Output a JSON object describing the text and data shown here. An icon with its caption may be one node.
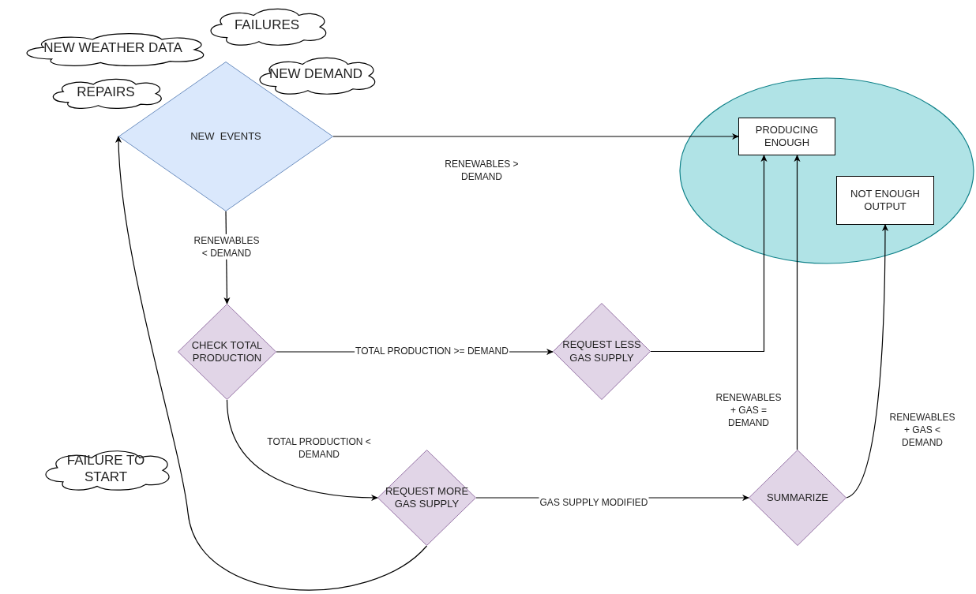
{
  "diagram": {
    "nodes": [
      {
        "text": [
          "NEW WEATHER DATA"
        ]
      },
      {
        "text": [
          "FAILURES"
        ]
      },
      {
        "text": [
          "REPAIRS"
        ]
      },
      {
        "text": [
          "NEW DEMAND"
        ]
      },
      {
        "text": [
          "NEW  EVENTS"
        ]
      },
      {
        "text": [],
        "shape": "ellipse"
      },
      {
        "text": [
          "PRODUCING ENOUGH"
        ],
        "in": 5
      },
      {
        "text": [
          "NOT ENOUGH OUTPUT"
        ],
        "in": 5
      },
      {
        "text": [
          "CHECK TOTAL PRODUCTION"
        ]
      },
      {
        "text": [
          "REQUEST LESS GAS SUPPLY"
        ]
      },
      {
        "text": [
          "FAILURE TO START"
        ]
      },
      {
        "text": [
          "REQUEST MORE GAS SUPPLY"
        ]
      },
      {
        "text": [
          "SUMMARIZE"
        ]
      }
    ],
    "edges": [
      {
        "from": 4,
        "to": 6,
        "arrow": "to",
        "label": "RENEWABLES > DEMAND"
      },
      {
        "from": 4,
        "to": 8,
        "arrow": "to",
        "label": "RENEWABLES < DEMAND"
      },
      {
        "from": 8,
        "to": 9,
        "arrow": "to",
        "label": "TOTAL PRODUCTION >= DEMAND"
      },
      {
        "from": 8,
        "to": 11,
        "arrow": "to",
        "label": "TOTAL PRODUCTION < DEMAND"
      },
      {
        "from": 9,
        "to": 6,
        "arrow": "to"
      },
      {
        "from": 11,
        "to": 12,
        "arrow": "to",
        "label": "GAS SUPPLY MODIFIED"
      },
      {
        "from": 12,
        "to": 6,
        "arrow": "to",
        "label": "RENEWABLES + GAS = DEMAND"
      },
      {
        "from": 12,
        "to": 7,
        "arrow": "to",
        "label": "RENEWABLES + GAS < DEMAND"
      },
      {
        "from": 11,
        "to": 4,
        "arrow": "to"
      }
    ]
  }
}
